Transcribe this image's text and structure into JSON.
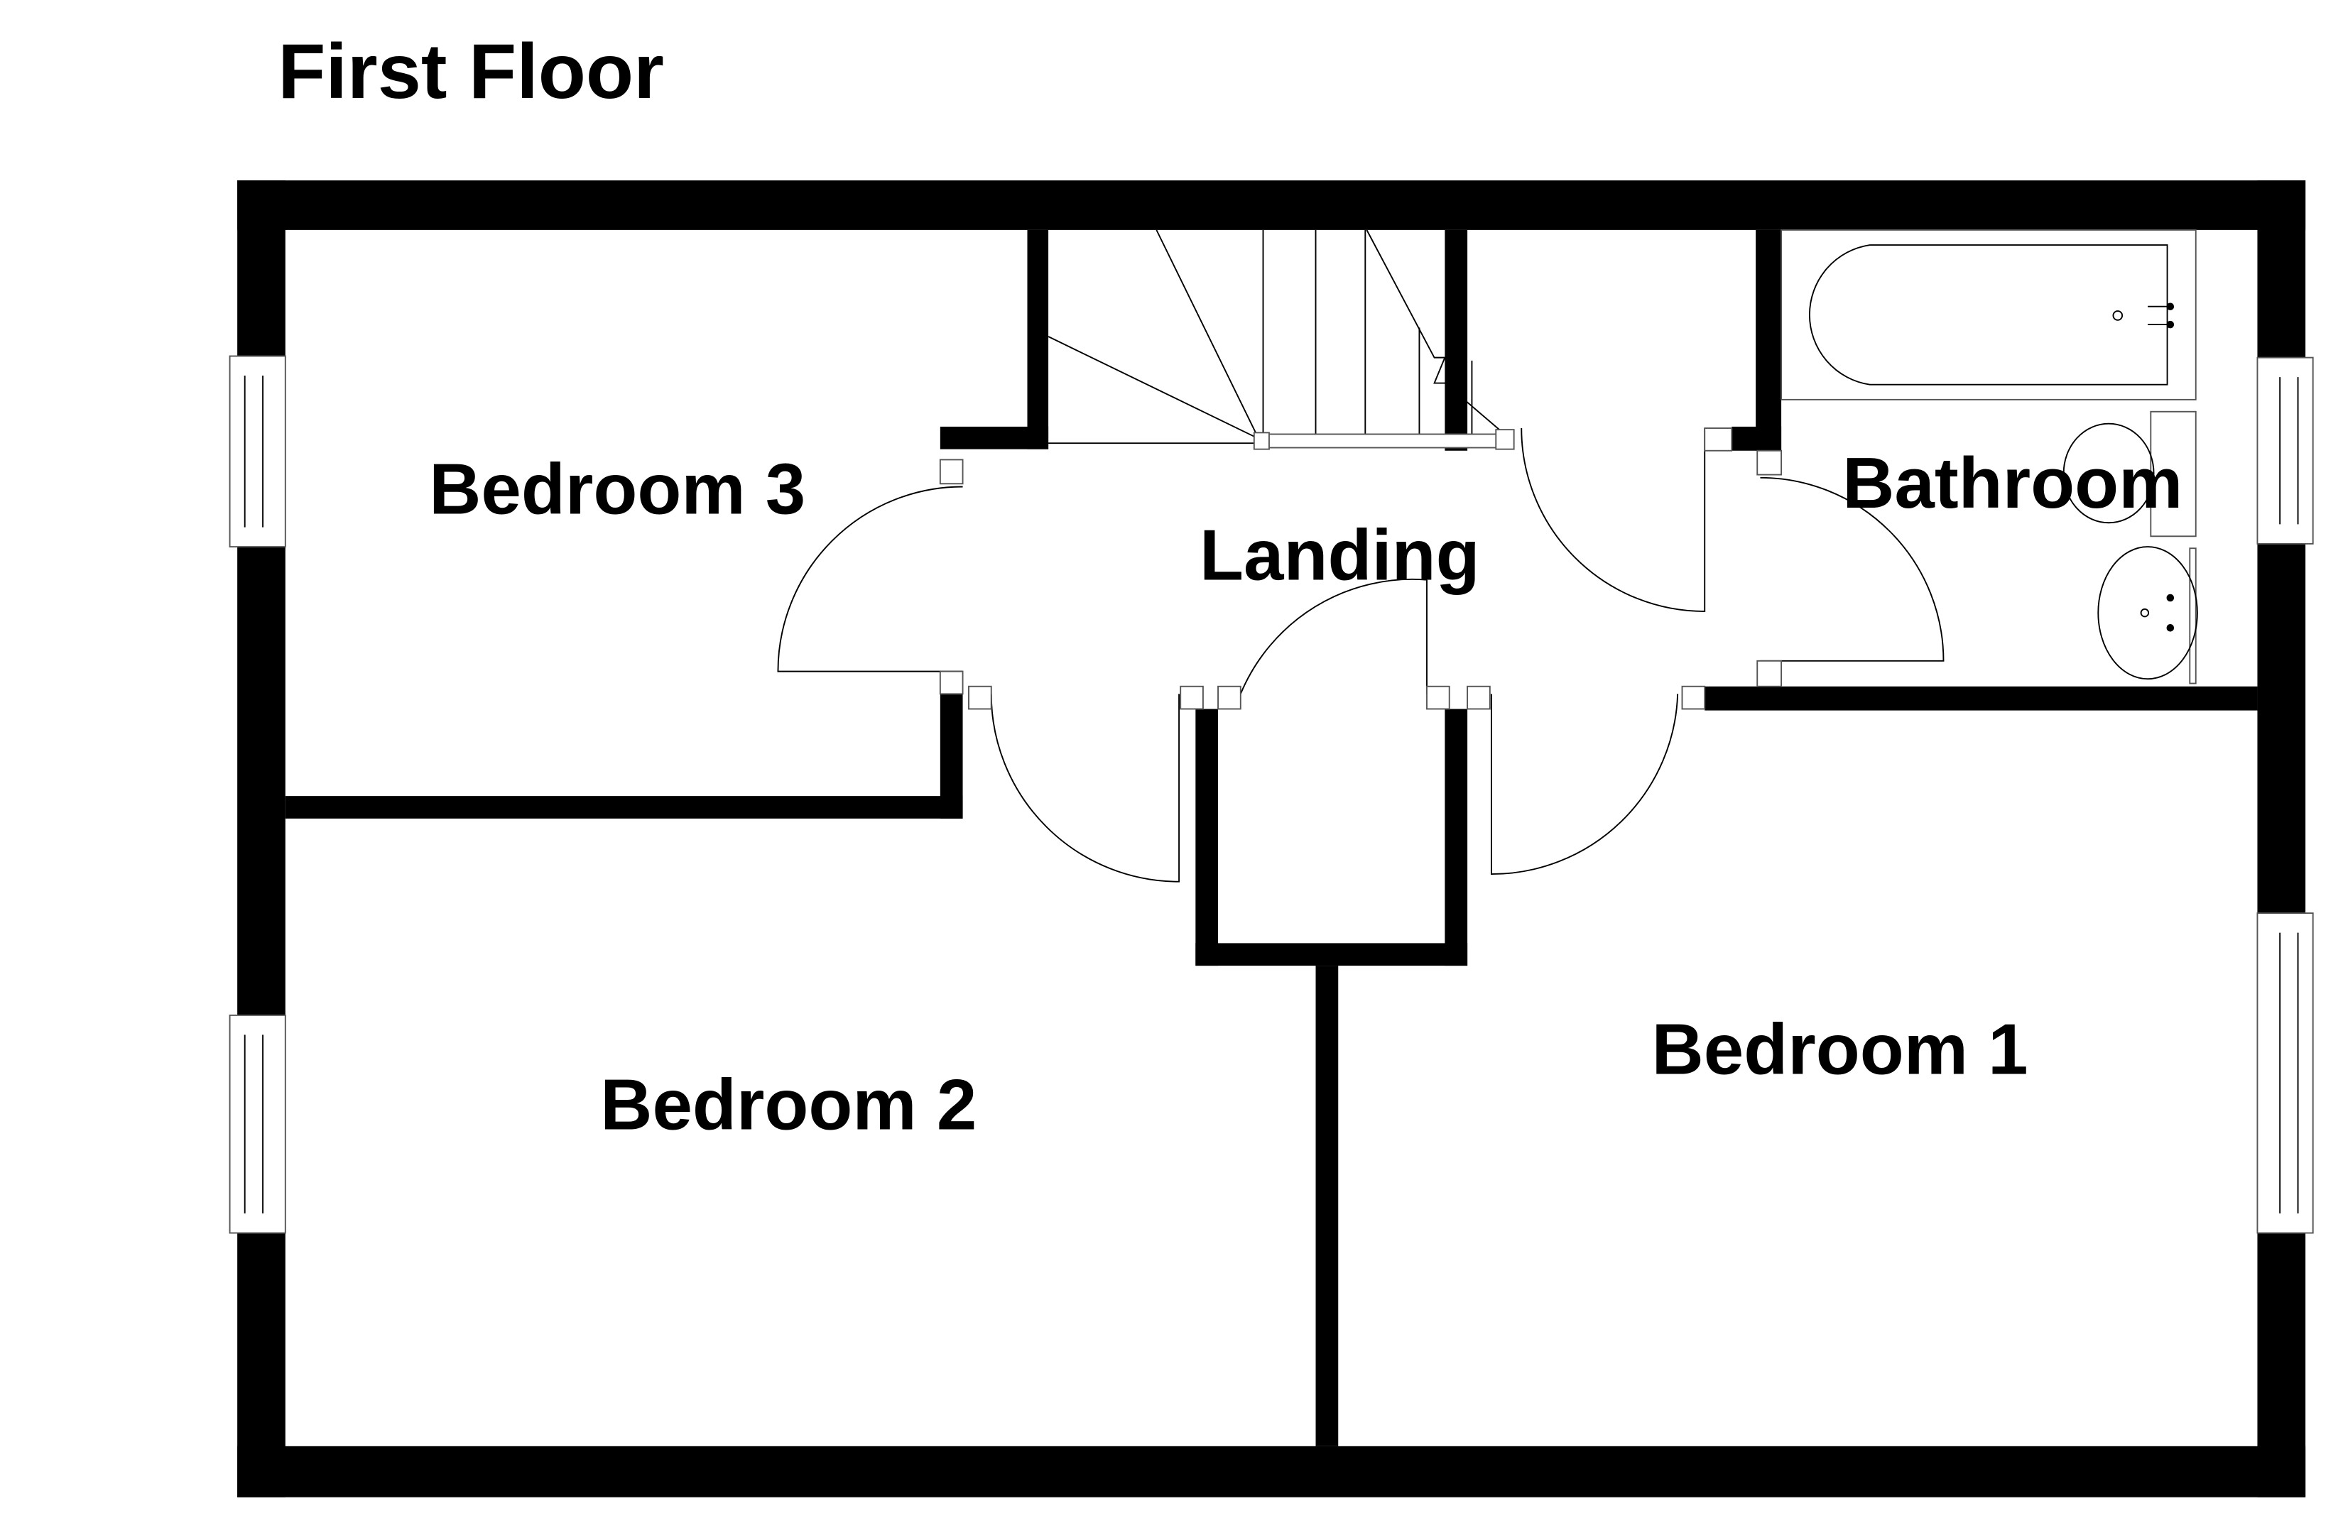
{
  "title": "First Floor",
  "rooms": {
    "bedroom3": "Bedroom 3",
    "landing": "Landing",
    "bathroom": "Bathroom",
    "bedroom1": "Bedroom 1",
    "bedroom2": "Bedroom 2"
  },
  "colors": {
    "wall": "#000000",
    "background": "#ffffff"
  }
}
